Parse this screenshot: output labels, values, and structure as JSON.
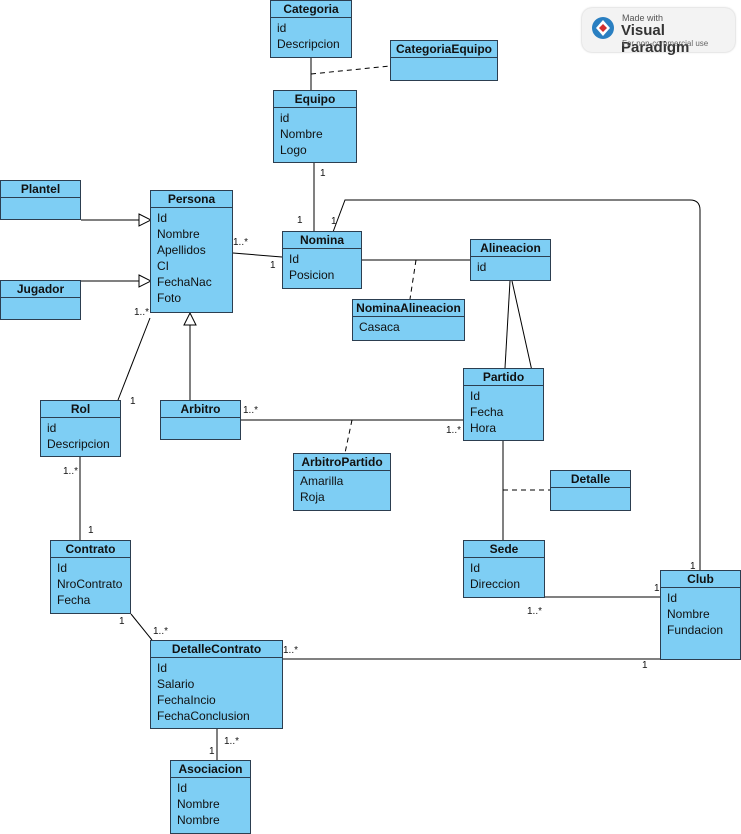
{
  "watermark": {
    "made_with": "Made with",
    "brand": "Visual Paradigm",
    "note": "For non-commercial use"
  },
  "colors": {
    "class_fill": "#7ecef4",
    "class_border": "#2c3e50",
    "edge": "#000000"
  },
  "classes": {
    "categoria": {
      "name": "Categoria",
      "attrs": [
        "id",
        "Descripcion"
      ]
    },
    "categoria_equipo": {
      "name": "CategoriaEquipo",
      "attrs": []
    },
    "equipo": {
      "name": "Equipo",
      "attrs": [
        "id",
        "Nombre",
        "Logo"
      ]
    },
    "plantel": {
      "name": "Plantel",
      "attrs": []
    },
    "jugador": {
      "name": "Jugador",
      "attrs": []
    },
    "persona": {
      "name": "Persona",
      "attrs": [
        "Id",
        "Nombre",
        "Apellidos",
        "CI",
        "FechaNac",
        "Foto"
      ]
    },
    "nomina": {
      "name": "Nomina",
      "attrs": [
        "Id",
        "Posicion"
      ]
    },
    "alineacion": {
      "name": "Alineacion",
      "attrs": [
        "id"
      ]
    },
    "nomina_alineacion": {
      "name": "NominaAlineacion",
      "attrs": [
        "Casaca"
      ]
    },
    "partido": {
      "name": "Partido",
      "attrs": [
        "Id",
        "Fecha",
        "Hora"
      ]
    },
    "rol": {
      "name": "Rol",
      "attrs": [
        "id",
        "Descripcion"
      ]
    },
    "arbitro": {
      "name": "Arbitro",
      "attrs": []
    },
    "arbitro_partido": {
      "name": "ArbitroPartido",
      "attrs": [
        "Amarilla",
        "Roja"
      ]
    },
    "detalle": {
      "name": "Detalle",
      "attrs": []
    },
    "contrato": {
      "name": "Contrato",
      "attrs": [
        "Id",
        "NroContrato",
        "Fecha"
      ]
    },
    "sede": {
      "name": "Sede",
      "attrs": [
        "Id",
        "Direccion"
      ]
    },
    "club": {
      "name": "Club",
      "attrs": [
        "Id",
        "Nombre",
        "Fundacion"
      ]
    },
    "detalle_contrato": {
      "name": "DetalleContrato",
      "attrs": [
        "Id",
        "Salario",
        "FechaIncio",
        "FechaConclusion"
      ]
    },
    "asociacion": {
      "name": "Asociacion",
      "attrs": [
        "Id",
        "Nombre",
        "Nombre"
      ]
    }
  },
  "multiplicities": {
    "equipo_nomina_a": "1",
    "equipo_nomina_b": "1",
    "persona_nomina_a": "1..*",
    "persona_nomina_b": "1",
    "nomina_club_a": "1",
    "nomina_club_b": "1",
    "persona_rol_a": "1..*",
    "persona_rol_b": "1",
    "arbitro_partido_a": "1..*",
    "arbitro_partido_b": "1..*",
    "rol_contrato_a": "1..*",
    "rol_contrato_b": "1",
    "contrato_dc_a": "1",
    "contrato_dc_b": "1..*",
    "sede_club_a": "1..*",
    "sede_club_b": "1",
    "dc_club_a": "1..*",
    "dc_club_b": "1",
    "dc_asoc_a": "1",
    "dc_asoc_b": "1..*"
  }
}
